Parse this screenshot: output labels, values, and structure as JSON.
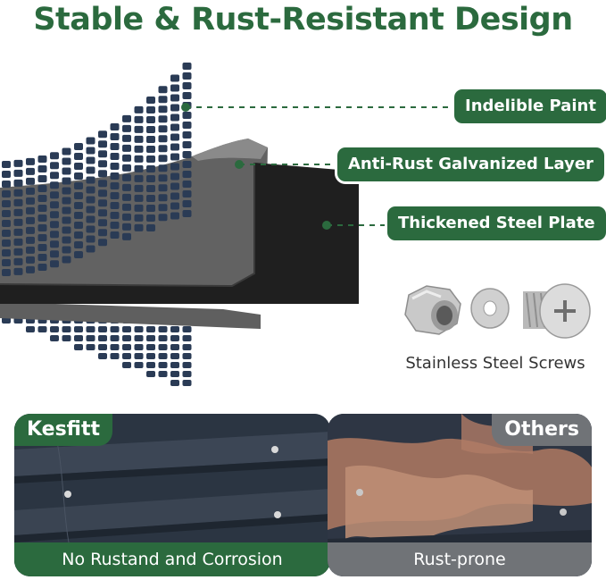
{
  "title": "Stable & Rust-Resistant Design",
  "callouts": {
    "paint": "Indelible Paint",
    "galvanized": "Anti-Rust Galvanized Layer",
    "steel": "Thickened Steel Plate"
  },
  "screws": {
    "label": "Stainless Steel Screws"
  },
  "comparison": {
    "left": {
      "brand": "Kesfitt",
      "caption": "No Rustand and Corrosion"
    },
    "right": {
      "brand": "Others",
      "caption": "Rust-prone"
    }
  },
  "colors": {
    "brand_green": "#2b6a3e",
    "paint_navy": "#2a3b55",
    "zinc_gray": "#5d5d5d",
    "steel_black": "#1f1f1f",
    "panel_dark": "#2a3440",
    "rust": "#b8836a",
    "muted_gray": "#707377"
  }
}
